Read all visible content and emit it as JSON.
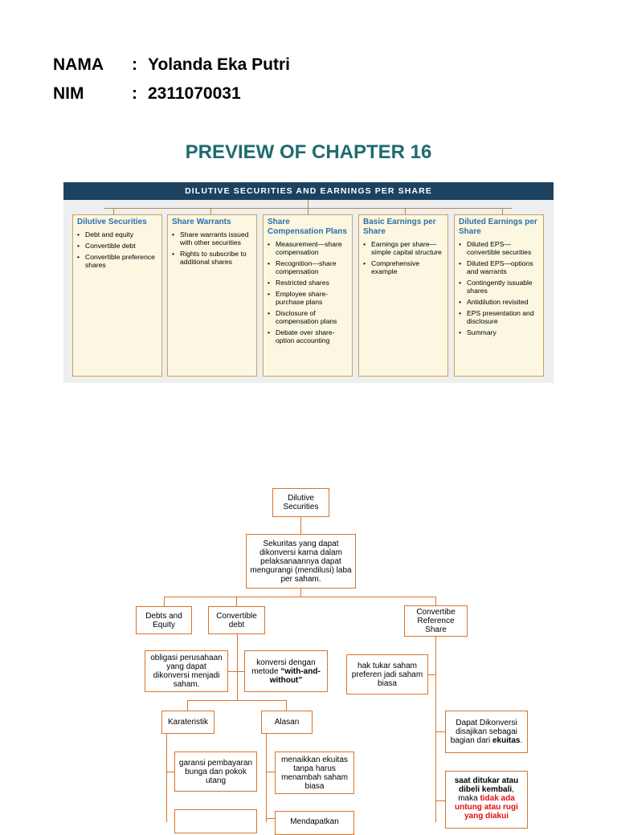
{
  "header": {
    "name_label": "NAMA",
    "name_value": "Yolanda Eka Putri",
    "nim_label": "NIM",
    "nim_value": "2311070031",
    "colon": ":"
  },
  "chapter_title": "PREVIEW OF CHAPTER 16",
  "preview": {
    "banner": "DILUTIVE SECURITIES AND EARNINGS PER SHARE",
    "columns": [
      {
        "title": "Dilutive Securities",
        "items": [
          "Debt and equity",
          "Convertible debt",
          "Convertible preference shares"
        ]
      },
      {
        "title": "Share Warrants",
        "items": [
          "Share warrants issued with other securities",
          "Rights to subscribe to additional shares"
        ]
      },
      {
        "title": "Share Compensation Plans",
        "items": [
          "Measurement—share compensation",
          "Recognition—share compensation",
          "Restricted shares",
          "Employee share-purchase plans",
          "Disclosure of compensation plans",
          "Debate over share-option accounting"
        ]
      },
      {
        "title": "Basic Earnings per Share",
        "items": [
          "Earnings per share—simple capital structure",
          "Comprehensive example"
        ]
      },
      {
        "title": "Diluted Earnings per Share",
        "items": [
          "Diluted EPS—convertible securities",
          "Diluted EPS—options and warrants",
          "Contingently issuable shares",
          "Antidilution revisited",
          "EPS presentation and disclosure",
          "Summary"
        ]
      }
    ]
  },
  "flow": {
    "root": "Dilutive Securities",
    "definition": "Sekuritas yang dapat dikonversi karna dalam pelaksanaannya dapat mengurangi (mendilusi) laba per saham.",
    "debts_equity": "Debts and Equity",
    "convertible_debt": "Convertible debt",
    "convertible_pref": "Convertibe Reference Share",
    "obligasi": "obligasi perusahaan yang dapat dikonversi menjadi saham.",
    "konversi_prefix": "konversi dengan metode ",
    "konversi_bold": "“with-and-without”",
    "hak_tukar": "hak tukar saham preferen jadi saham biasa",
    "karateristik": "Karateristik",
    "alasan": "Alasan",
    "dapat_prefix": "Dapat Dikonversi disajikan sebagai bagian dari ",
    "dapat_bold": "ekuitas",
    "dapat_suffix": ".",
    "garansi": "garansi pembayaran bunga dan pokok utang",
    "menaikkan": "menaikkan ekuitas tanpa harus menambah saham biasa",
    "saat_bold": "saat ditukar atau dibeli kembali",
    "saat_mid": ", maka ",
    "saat_red": "tidak ada untung atau rugi yang diakui",
    "mendapatkan": "Mendapatkan"
  }
}
